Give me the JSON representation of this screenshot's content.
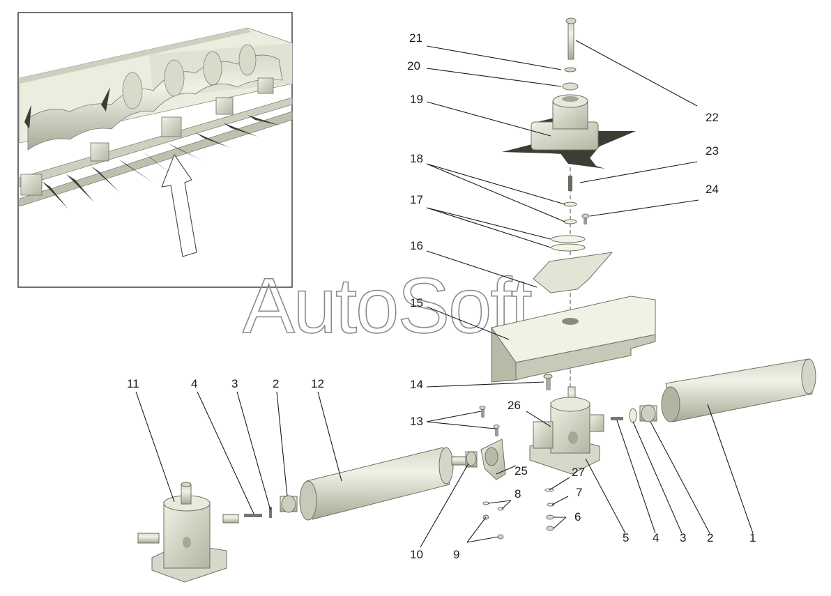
{
  "watermark": "AutoSoft",
  "labels": {
    "l1": "1",
    "l2a": "2",
    "l2b": "2",
    "l3a": "3",
    "l3b": "3",
    "l4a": "4",
    "l4b": "4",
    "l5": "5",
    "l6": "6",
    "l7": "7",
    "l8": "8",
    "l9": "9",
    "l10": "10",
    "l11": "11",
    "l12": "12",
    "l13": "13",
    "l14": "14",
    "l15": "15",
    "l16": "16",
    "l17": "17",
    "l18": "18",
    "l19": "19",
    "l20": "20",
    "l21": "21",
    "l22": "22",
    "l23": "23",
    "l24": "24",
    "l25": "25",
    "l26": "26",
    "l27": "27"
  },
  "colors": {
    "part_fill": "#e6e6d9",
    "part_shade": "#b9b9a8",
    "blade_fill": "#3d3d35",
    "lead_line": "#1a1a1a"
  }
}
